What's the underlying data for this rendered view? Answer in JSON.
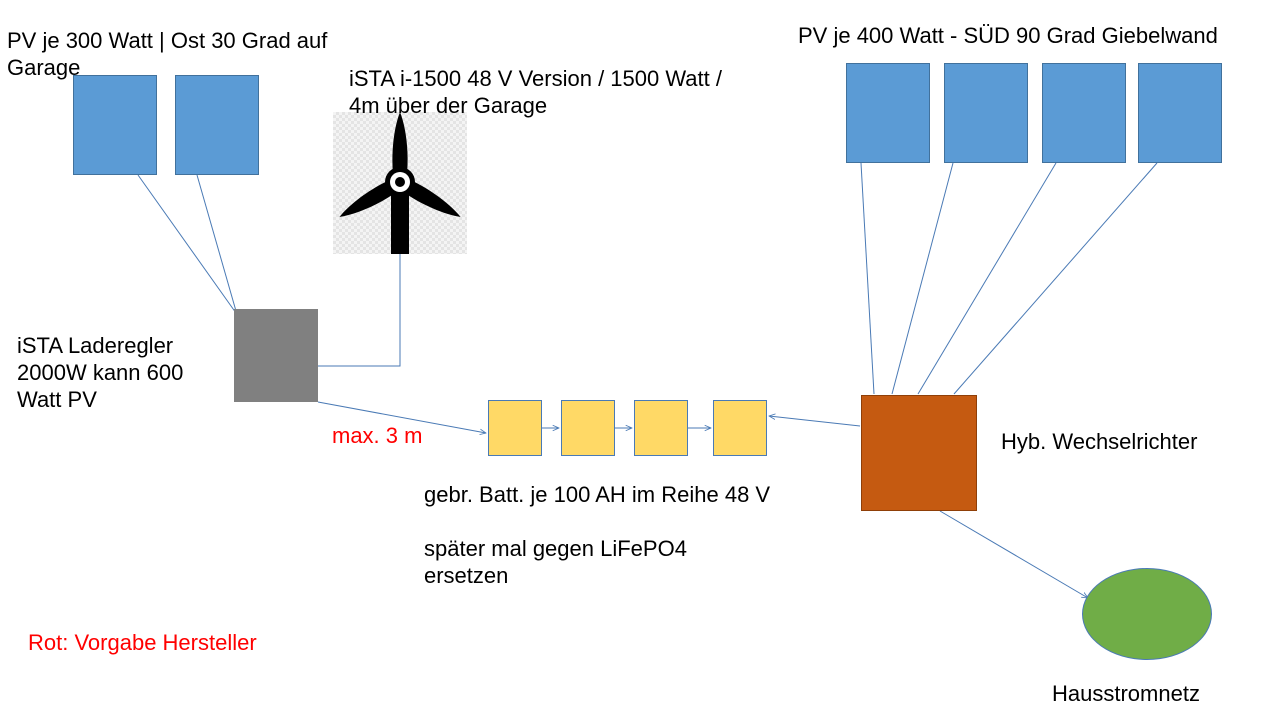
{
  "labels": {
    "pv_east": "PV je 300 Watt | Ost 30 Grad auf",
    "pv_east_line2": "Garage",
    "pv_south": "PV je 400 Watt - SÜD 90 Grad Giebelwand",
    "wind_line1": "iSTA i-1500 48 V Version / 1500 Watt /",
    "wind_line2": "4m über der Garage",
    "controller_line1": "iSTA Laderegler",
    "controller_line2": "2000W kann 600",
    "controller_line3": "Watt PV",
    "max_distance": "max. 3 m",
    "inverter": "Hyb. Wechselrichter",
    "battery_line1": "gebr. Batt. je 100 AH im Reihe 48 V",
    "battery_line2": "später mal gegen LiFePO4",
    "battery_line3": "ersetzen",
    "legend_red": "Rot: Vorgabe Hersteller",
    "grid": "Hausstromnetz"
  },
  "colors": {
    "pv_panel": "#5b9bd5",
    "charge_controller": "#808080",
    "battery": "#ffd966",
    "inverter": "#c55a11",
    "house_grid": "#70ad47",
    "wire": "#4a7ab5",
    "manufacturer_spec": "#ff0000"
  },
  "icons": {
    "wind_turbine": "wind-turbine-icon"
  }
}
